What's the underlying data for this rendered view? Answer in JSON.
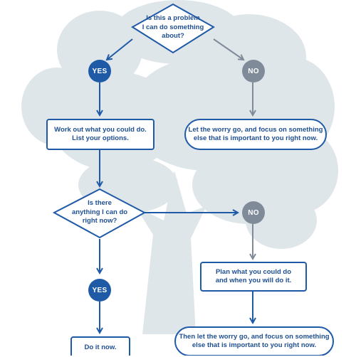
{
  "colors": {
    "primary": "#1f5aa6",
    "secondary": "#7f8b99",
    "tree": "#dfe6ea",
    "background": "#ffffff"
  },
  "nodes": {
    "q1": "Is this a problem\nI can do something\nabout?",
    "yes1": "YES",
    "no1": "NO",
    "work_out": "Work out what you could do.\nList your options.",
    "let_go_1": "Let the worry go, and focus on something\nelse that is important to you right now.",
    "q2": "Is there\nanything I can do\nright now?",
    "no2": "NO",
    "plan": "Plan what you could do\nand when you will do it.",
    "yes2": "YES",
    "do_it": "Do it now.",
    "let_go_2": "Then let the worry go, and focus on something\nelse that is important to you right now."
  }
}
